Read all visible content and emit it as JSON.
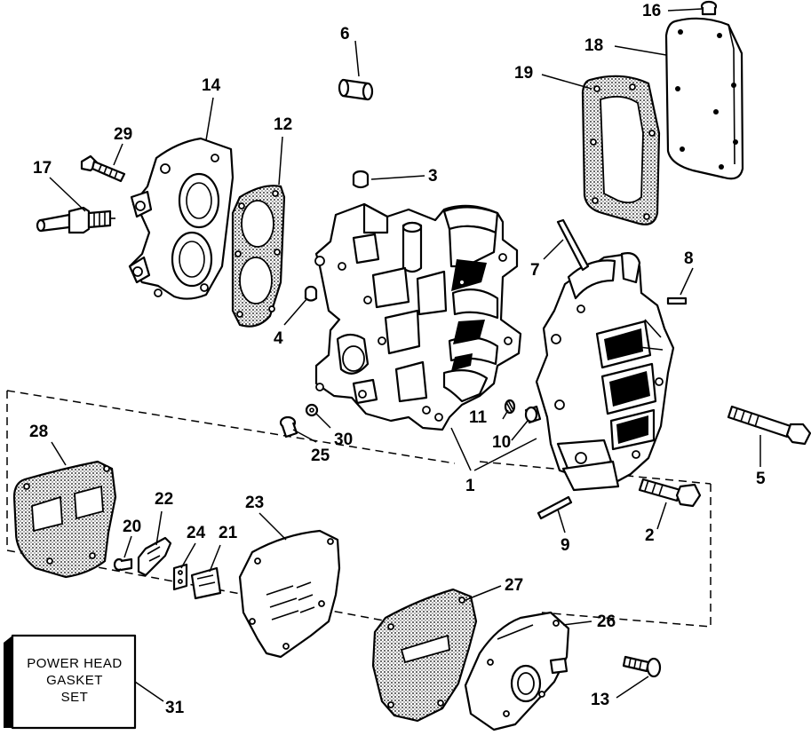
{
  "diagram": {
    "callouts": [
      {
        "id": "c1",
        "label": "1"
      },
      {
        "id": "c2",
        "label": "2"
      },
      {
        "id": "c3",
        "label": "3"
      },
      {
        "id": "c4",
        "label": "4"
      },
      {
        "id": "c5",
        "label": "5"
      },
      {
        "id": "c6",
        "label": "6"
      },
      {
        "id": "c7",
        "label": "7"
      },
      {
        "id": "c8",
        "label": "8"
      },
      {
        "id": "c9",
        "label": "9"
      },
      {
        "id": "c10",
        "label": "10"
      },
      {
        "id": "c11",
        "label": "11"
      },
      {
        "id": "c12",
        "label": "12"
      },
      {
        "id": "c13",
        "label": "13"
      },
      {
        "id": "c14",
        "label": "14"
      },
      {
        "id": "c16",
        "label": "16"
      },
      {
        "id": "c17",
        "label": "17"
      },
      {
        "id": "c18",
        "label": "18"
      },
      {
        "id": "c19",
        "label": "19"
      },
      {
        "id": "c20",
        "label": "20"
      },
      {
        "id": "c21",
        "label": "21"
      },
      {
        "id": "c22",
        "label": "22"
      },
      {
        "id": "c23",
        "label": "23"
      },
      {
        "id": "c24",
        "label": "24"
      },
      {
        "id": "c25",
        "label": "25"
      },
      {
        "id": "c26",
        "label": "26"
      },
      {
        "id": "c27",
        "label": "27"
      },
      {
        "id": "c28",
        "label": "28"
      },
      {
        "id": "c29",
        "label": "29"
      },
      {
        "id": "c30",
        "label": "30"
      },
      {
        "id": "c31",
        "label": "31"
      }
    ],
    "gasket_set_box": {
      "line1": "POWER HEAD",
      "line2": "GASKET",
      "line3": "SET"
    }
  }
}
